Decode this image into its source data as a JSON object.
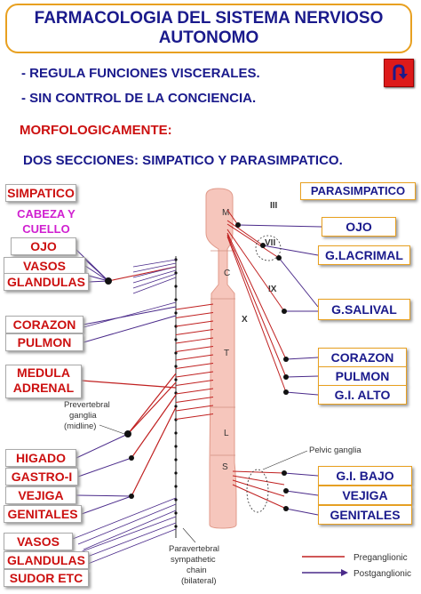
{
  "title": "FARMACOLOGIA DEL SISTEMA NERVIOSO\nAUTONOMO",
  "bullets": [
    "- REGULA FUNCIONES VISCERALES.",
    "- SIN CONTROL DE LA CONCIENCIA."
  ],
  "morph_heading": "MORFOLOGICAMENTE:",
  "sections_line": "DOS SECCIONES: SIMPATICO Y PARASIMPATICO.",
  "home_icon": "u-turn-arrow-icon",
  "sympathetic": {
    "heading": "SIMPATICO",
    "head_region": "CABEZA Y\nCUELLO",
    "items": [
      "OJO",
      "VASOS",
      "GLANDULAS",
      "CORAZON",
      "PULMON",
      "MEDULA\nADRENAL",
      "HIGADO",
      "GASTRO-I",
      "VEJIGA",
      "GENITALES",
      "VASOS",
      "GLANDULAS",
      "SUDOR ETC"
    ]
  },
  "parasympathetic": {
    "heading": "PARASIMPATICO",
    "items": [
      "OJO",
      "G.LACRIMAL",
      "G.SALIVAL",
      "CORAZON",
      "PULMON",
      "G.I. ALTO",
      "G.I. BAJO",
      "VEJIGA",
      "GENITALES"
    ]
  },
  "cord_regions": [
    "M",
    "C",
    "T",
    "L",
    "S"
  ],
  "cranial_nerves": [
    "III",
    "VII",
    "IX",
    "X"
  ],
  "annotations": {
    "prevertebral": "Prevertebral\nganglia\n(midline)",
    "pelvic": "Pelvic ganglia",
    "paravertebral": "Paravertebral\nsympathetic\nchain\n(bilateral)"
  },
  "legend": {
    "preganglionic": "Preganglionic",
    "postganglionic": "Postganglionic"
  },
  "colors": {
    "preganglionic": "#c02020",
    "postganglionic": "#4a2a8a",
    "navy": "#1a1a8c",
    "red": "#cc1010",
    "cord": "#f6c6bc"
  }
}
